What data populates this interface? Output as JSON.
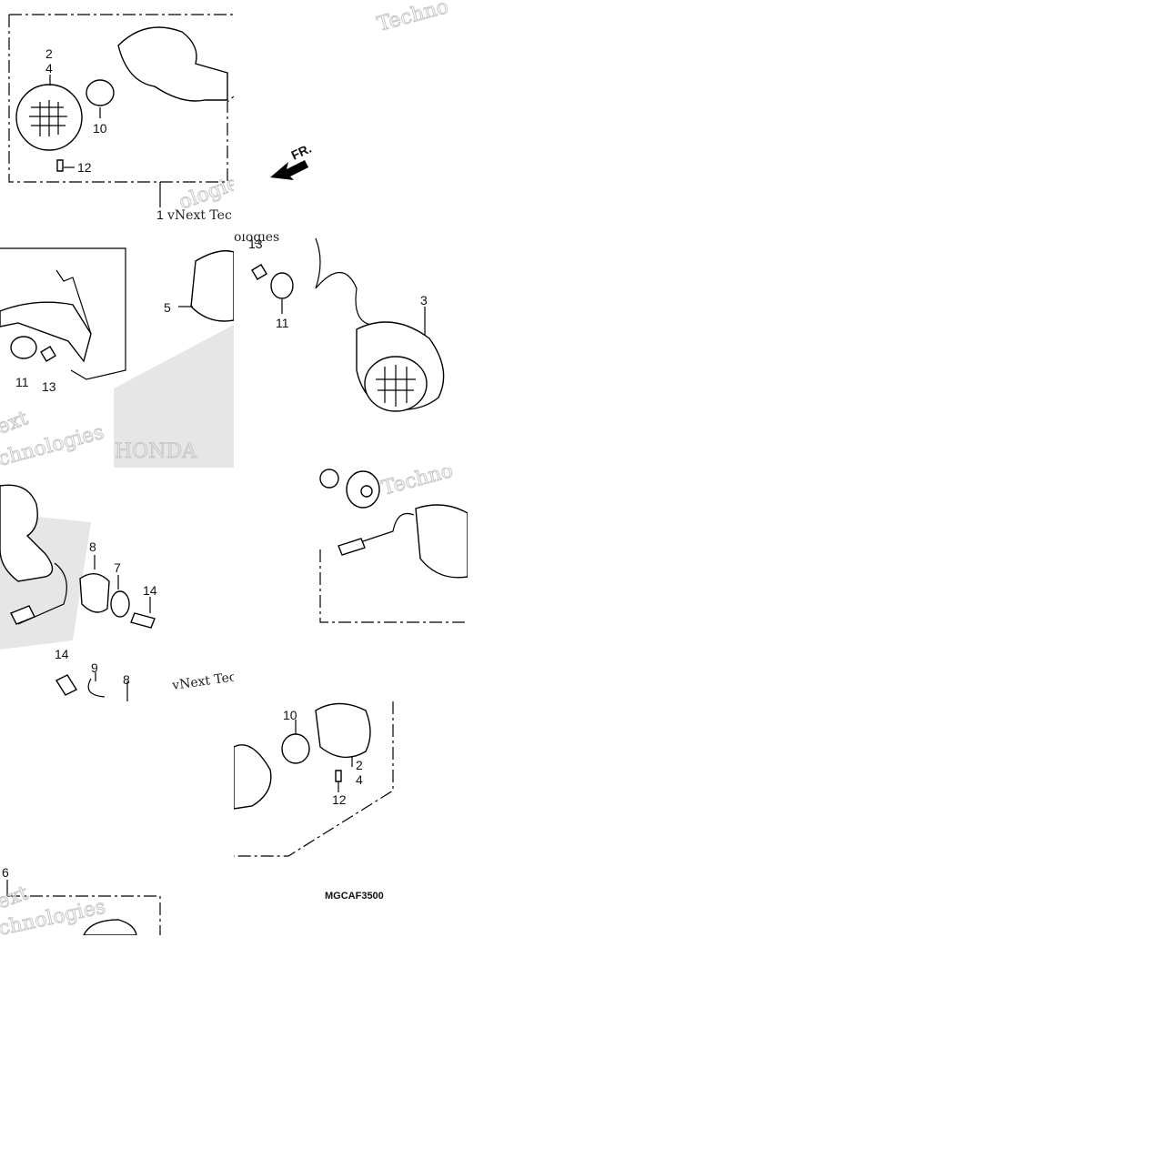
{
  "diagram": {
    "code": "MGCAF3500",
    "direction_label": "FR.",
    "watermark_top": "Techno",
    "watermark_mid": "Techno",
    "watermark_small": "vNext Tec",
    "watermark_small2": "vNext Tec",
    "watermark_brand": "HONDA",
    "watermark_tail": "ologies",
    "watermark_tail2": "ologies",
    "watermark_left": "ext",
    "watermark_left2": "chnologies",
    "watermark_left3": "ext",
    "watermark_left4": "chnologies",
    "part_labels": {
      "p1": "1",
      "p2a": "2",
      "p4a": "4",
      "p10a": "10",
      "p12a": "12",
      "p13a": "13",
      "p11a": "11",
      "p3": "3",
      "p5": "5",
      "p11b": "11",
      "p13b": "13",
      "p8a": "8",
      "p7": "7",
      "p14a": "14",
      "p14b": "14",
      "p9": "9",
      "p8b": "8",
      "p10b": "10",
      "p2b": "2",
      "p4b": "4",
      "p12b": "12",
      "p6": "6"
    }
  }
}
